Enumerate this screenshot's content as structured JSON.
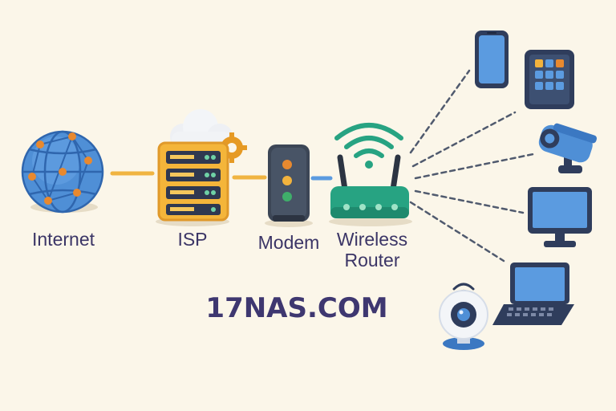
{
  "diagram": {
    "nodes": [
      {
        "id": "internet",
        "label": "Internet",
        "icon": "globe-icon"
      },
      {
        "id": "isp",
        "label": "ISP",
        "icon": "server-cloud-icon"
      },
      {
        "id": "modem",
        "label": "Modem",
        "icon": "modem-icon"
      },
      {
        "id": "router",
        "label_line1": "Wireless",
        "label_line2": "Router",
        "icon": "wireless-router-icon"
      }
    ],
    "devices": [
      {
        "id": "smartphone",
        "icon": "smartphone-icon"
      },
      {
        "id": "tablet",
        "icon": "tablet-icon"
      },
      {
        "id": "security-camera",
        "icon": "security-camera-icon"
      },
      {
        "id": "monitor",
        "icon": "monitor-icon"
      },
      {
        "id": "laptop",
        "icon": "laptop-icon"
      },
      {
        "id": "smart-camera",
        "icon": "smart-camera-icon"
      }
    ],
    "brand": "17NAS.COM"
  },
  "colors": {
    "background": "#fbf6e9",
    "label_text": "#3b3566",
    "globe": "#4f8fd6",
    "isp_server": "#f4b53a",
    "modem": "#3c4656",
    "router": "#27a382",
    "device_screen": "#5b9be0",
    "device_frame": "#2f3d5c",
    "link_solid": "#f0b441",
    "link_dashed": "#505a6e"
  }
}
